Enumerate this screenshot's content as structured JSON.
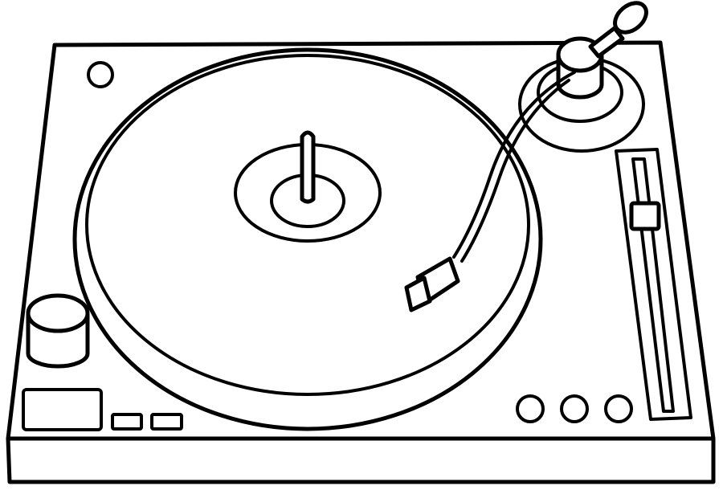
{
  "image": {
    "subject": "turntable-line-art",
    "colors": {
      "line": "#000000",
      "background": "#ffffff"
    },
    "icons": [
      "turntable-body",
      "platter",
      "record",
      "spindle",
      "tonearm",
      "counterweight",
      "pitch-slider",
      "start-knob",
      "buttons"
    ]
  }
}
